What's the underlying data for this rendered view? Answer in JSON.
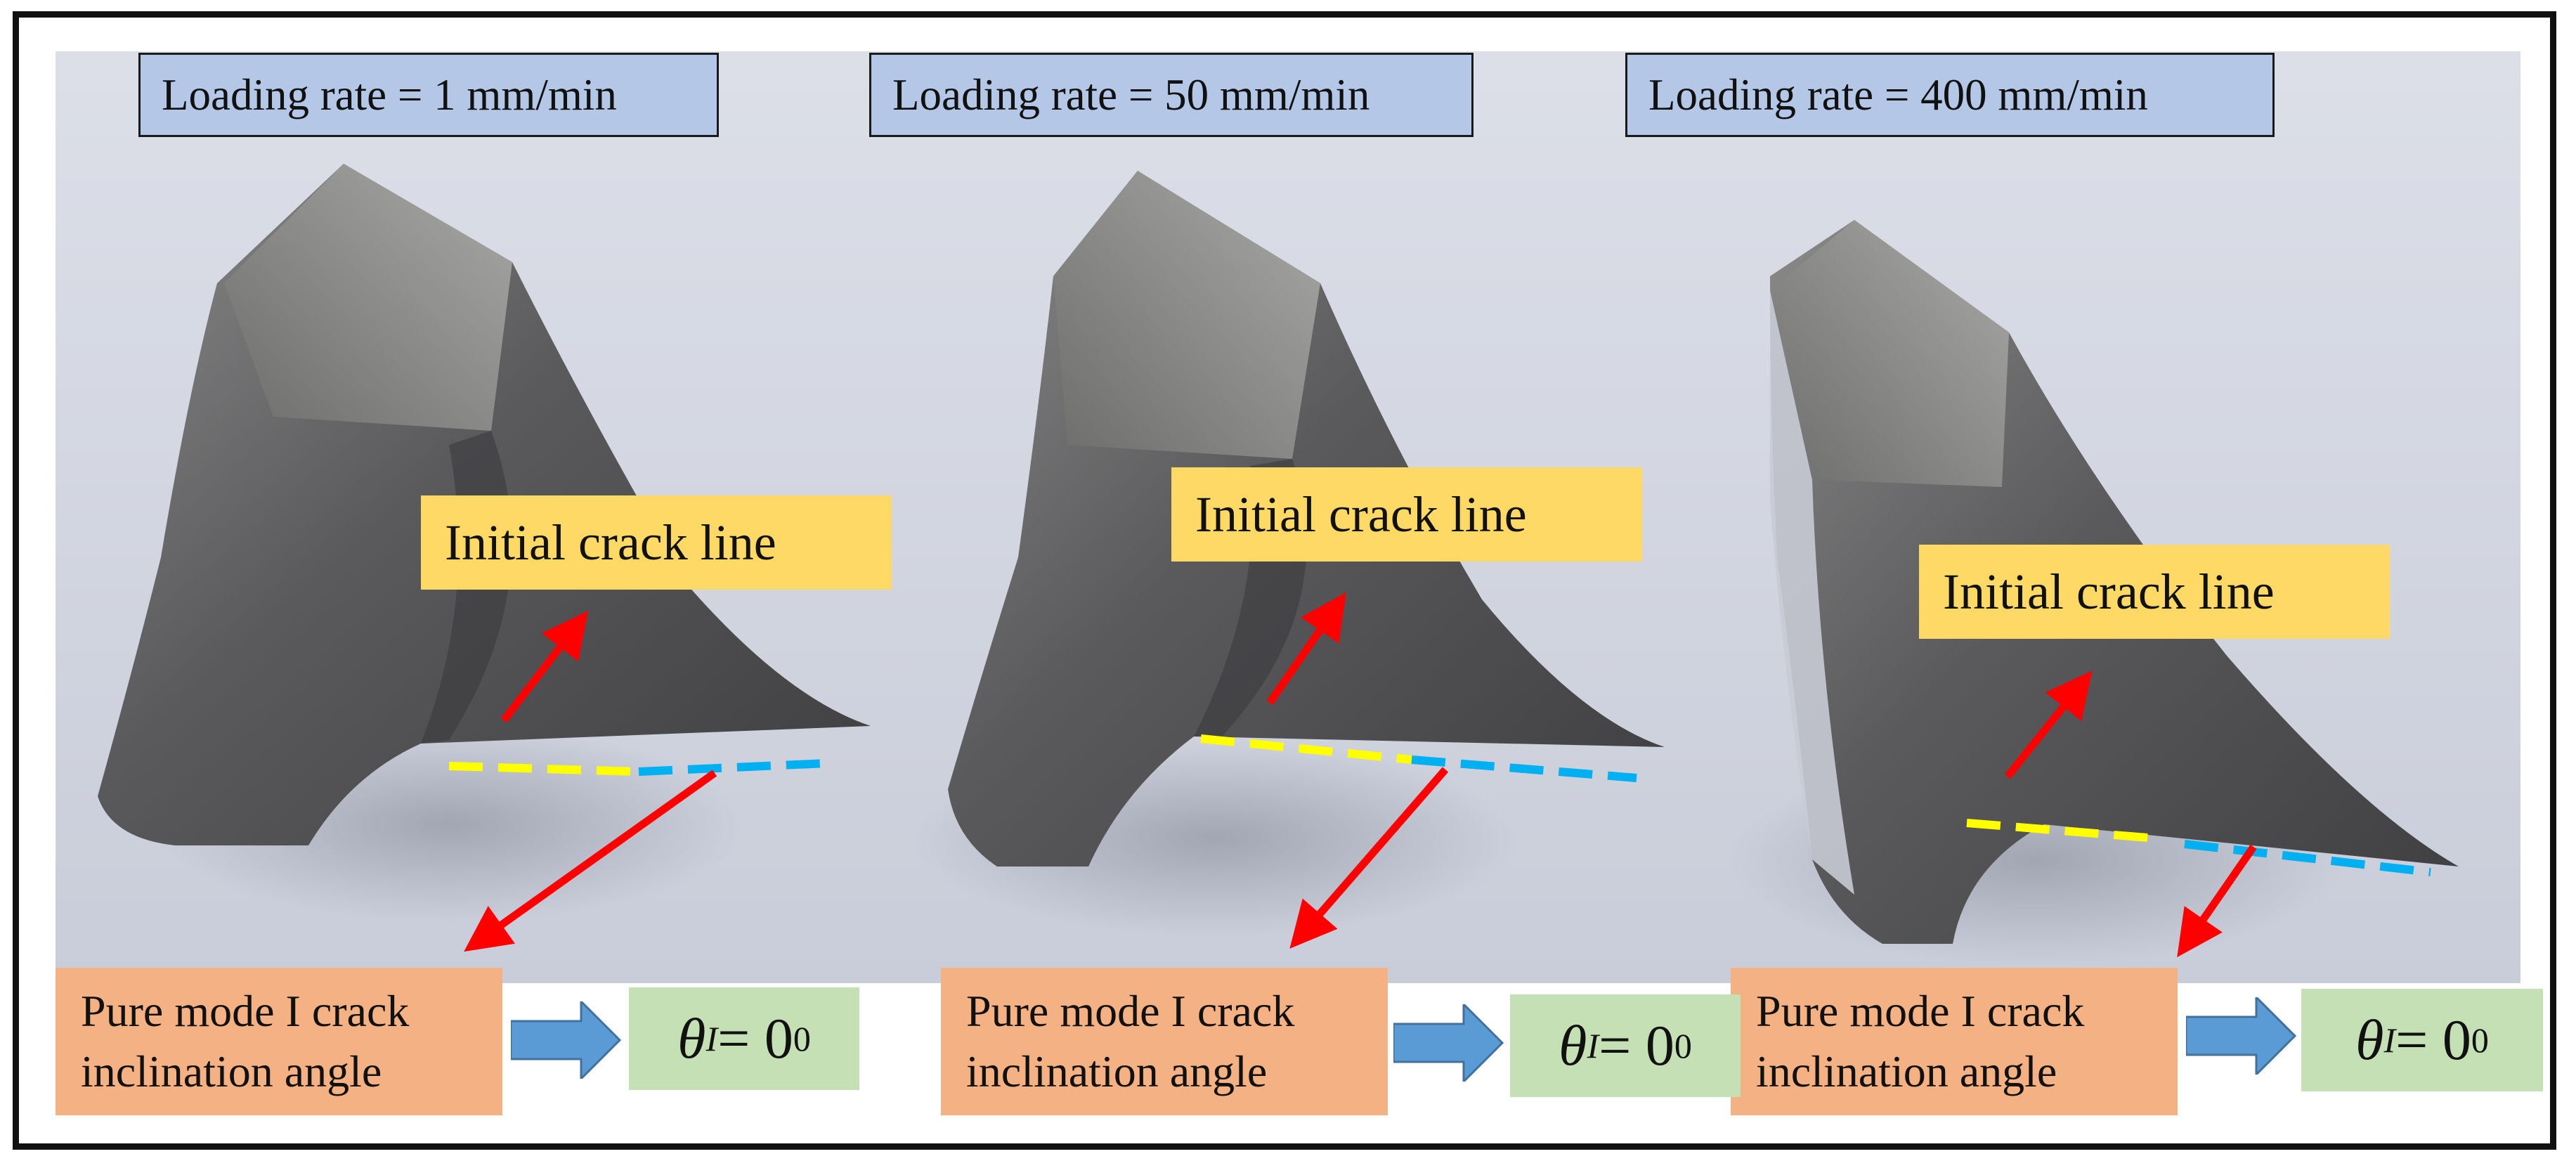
{
  "panels": [
    {
      "loading_label": "Loading rate = 1 mm/min",
      "crack_label": "Initial crack line",
      "mode_line1": "Pure mode I crack",
      "mode_line2": "inclination angle",
      "theta_symbol": "θ",
      "theta_subscript": "I",
      "theta_value": "= 0",
      "theta_superscript": "0"
    },
    {
      "loading_label": "Loading rate = 50 mm/min",
      "crack_label": "Initial crack line",
      "mode_line1": "Pure mode I crack",
      "mode_line2": "inclination angle",
      "theta_symbol": "θ",
      "theta_subscript": "I",
      "theta_value": "= 0",
      "theta_superscript": "0"
    },
    {
      "loading_label": "Loading rate = 400 mm/min",
      "crack_label": "Initial crack line",
      "mode_line1": "Pure mode I crack",
      "mode_line2": "inclination angle",
      "theta_symbol": "θ",
      "theta_subscript": "I",
      "theta_value": "= 0",
      "theta_superscript": "0"
    }
  ],
  "colors": {
    "background_photo": "#d9dde8",
    "loading_box": "#b4c7e7",
    "crack_box": "#ffd966",
    "mode_box": "#f4b183",
    "theta_box": "#c5e0b4",
    "pointer_arrow": "#ff0000",
    "flow_arrow": "#5b9bd5",
    "crack_dash_yellow": "#ffff00",
    "crack_dash_blue": "#00b0f0",
    "specimen_metal": "#5e5e60"
  }
}
